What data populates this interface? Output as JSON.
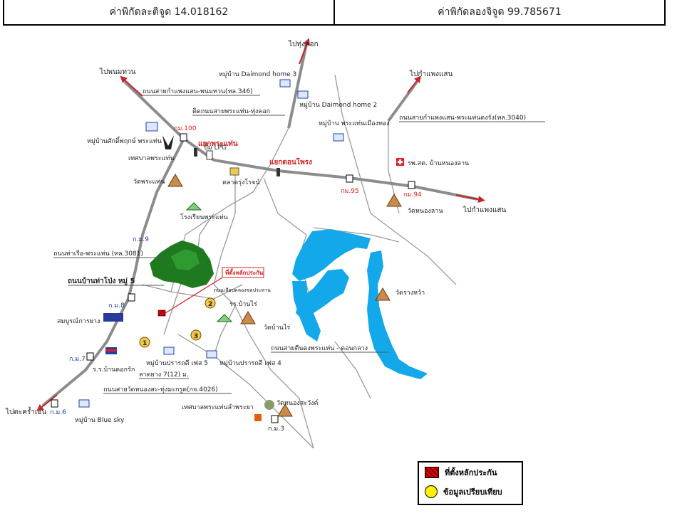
{
  "header": {
    "latitude": "ค่าพิกัดละติจูด 14.018162",
    "longitude": "ค่าพิกัดลองจิจูด 99.785671"
  },
  "destinations": {
    "thung_khok": "ไปทุ่งคอก",
    "phanom_thuan": "ไปพนมทวน",
    "kamphaeng_saen_ne": "ไปกำแพงแสน",
    "kamphaeng_saen_e": "ไปกำแพงแสน",
    "tha_kra_ien": "ไปตะคร้ำเอน"
  },
  "roads": {
    "r346": "ถนนสายกำแพงแสน-พนมทวน(ทล.346)",
    "phra_thaen_thung_khok": "ติดถนนสายพระแท่น-ทุ่งคอก",
    "r3040": "ถนนสายกำแพงแสน-พระแท่นดงรัง(ทล.3040)",
    "r3081": "ถนนท่าเรือ-พระแท่น (ทล.3081)",
    "ban_tha_pong": "ถนนบ้านท่าโป่ง หมู่ 5",
    "tin_dong_phra_thaen": "ถนนสายตีนดงพระแท่น - ดอนกลาง",
    "latyang": "ลาดยาง 7(12) ม.",
    "r4026": "ถนนสายวัดหนองสะ-ทุ่งมะกรูด(กจ.4026)",
    "project_road": "ถนนเลียบคลองชลประทาน"
  },
  "junctions": {
    "phra_thaen": "แยกพระแท่น",
    "don_phrong": "แยกดอนโพรง"
  },
  "km_markers": {
    "km100": "กม.100",
    "km95": "กม.95",
    "km94": "กม.94",
    "km9": "ก.ม.9",
    "km8": "ก.ม.8",
    "km7": "ก.ม.7",
    "km6": "ก.ม.6",
    "km3": "ก.ม.3"
  },
  "places": {
    "diamond3": "หมู่บ้าน Daimond home 3",
    "diamond2": "หมู่บ้าน Daimond home 2",
    "mueang_thong": "หมู่บ้าน พระแท่นเมืองทอง",
    "sakdiphruek": "หมู่บ้านศักดิ์พฤกษ์ พระแท่น",
    "tessaban": "เทศบาลพระแท่น",
    "lpg": "ปั้ม LPG",
    "wat_phra_thaen": "วัดพระแท่น",
    "talat": "ตลาดรุ่งโรจน์",
    "rong_rian": "โรงเรียนพระแท่น",
    "hospital": "รพ.สต. บ้านหนองลาน",
    "wat_nong_lan": "วัดหนองลาน",
    "wat_rang_wa": "วัดรางหว้า",
    "rubber": "สมบูรณ์การยาง",
    "school_ban_rai": "รร.บ้านไร่",
    "wat_ban_rai": "วัดบ้านไร่",
    "school_dok_rak": "ร.ร.บ้านดอกรัก",
    "prueksa5": "หมู่บ้านปรารถดี เฟส 5",
    "prueksa4": "หมู่บ้านปรารถดี เฟส 4",
    "tessaban_lam_phraya": "เทศบาลพระแท่นลำพระยา",
    "wat_nong_sa": "วัดหนองสะวังค์",
    "blue_sky": "หมู่บ้าน Blue sky",
    "subject_site": "ที่ตั้งหลักประกัน"
  },
  "comparables": [
    "1",
    "2",
    "3"
  ],
  "legend": {
    "collateral": "ที่ตั้งหลักประกัน",
    "comparable": "ข้อมูลเปรียบเทียบ"
  },
  "colors": {
    "water": "#13a8ea",
    "main_road": "#8c8c8c",
    "arrow": "#c0282d",
    "forest": "#1f7a1f",
    "marker": "#f2c94c"
  }
}
